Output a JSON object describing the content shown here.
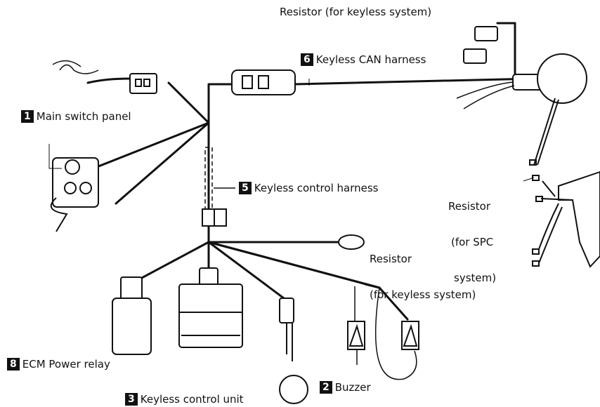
{
  "callouts": [
    {
      "number": "1",
      "label": "Main switch panel"
    },
    {
      "number": "2",
      "label": "Buzzer"
    },
    {
      "number": "3",
      "label": "Keyless control unit"
    },
    {
      "number": "5",
      "label": "Keyless control harness"
    },
    {
      "number": "6",
      "label": "Keyless CAN harness"
    },
    {
      "number": "8",
      "label": "ECM Power relay"
    }
  ],
  "resistors": {
    "top": "Resistor (for keyless system)",
    "spc_line1": "Resistor",
    "spc_line2": "(for SPC",
    "spc_line3": "system)",
    "middle_line1": "Resistor",
    "middle_line2": "(for keyless system)"
  }
}
